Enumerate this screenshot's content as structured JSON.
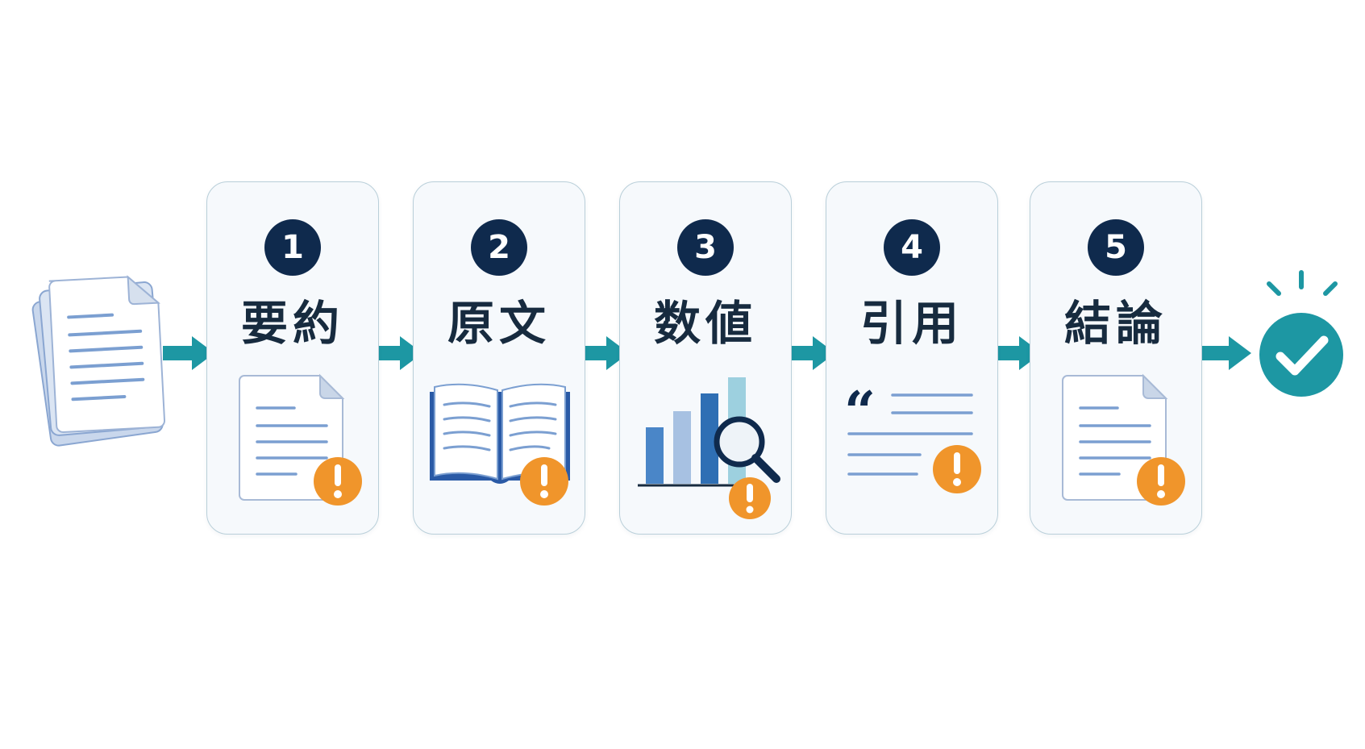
{
  "steps": [
    {
      "number": "1",
      "label": "要約",
      "icon": "document-icon"
    },
    {
      "number": "2",
      "label": "原文",
      "icon": "open-book-icon"
    },
    {
      "number": "3",
      "label": "数値",
      "icon": "bar-chart-magnifier-icon"
    },
    {
      "number": "4",
      "label": "引用",
      "icon": "quote-text-icon"
    },
    {
      "number": "5",
      "label": "結論",
      "icon": "document-icon"
    }
  ],
  "quote_mark": "“",
  "icons": {
    "input": "document-stack-icon",
    "warning": "warning-exclamation-icon",
    "arrow": "arrow-right-icon",
    "result": "check-circle-icon"
  },
  "colors": {
    "teal": "#1d97a3",
    "navy": "#0f2a4d",
    "warning": "#f0952b",
    "card_border": "#b9cfd9",
    "card_bg": "#f6f9fc",
    "line_blue": "#7b9fd1"
  }
}
